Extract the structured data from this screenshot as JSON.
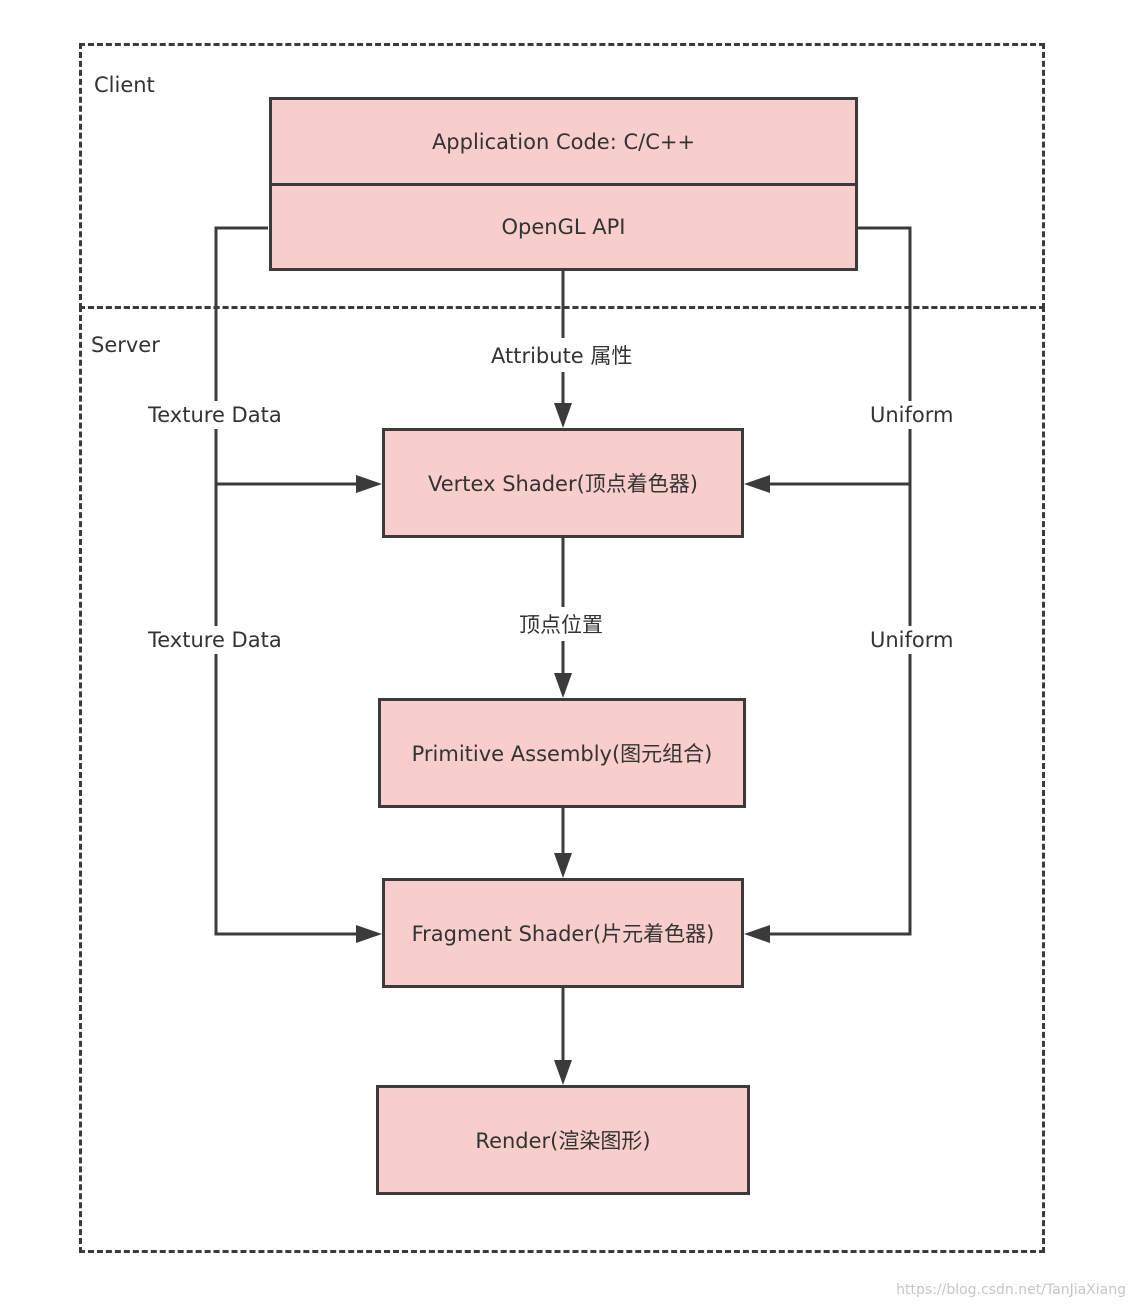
{
  "regions": {
    "client": "Client",
    "server": "Server"
  },
  "nodes": {
    "application_code": "Application Code: C/C++",
    "opengl_api": "OpenGL API",
    "vertex_shader": "Vertex Shader(顶点着色器)",
    "primitive_assembly": "Primitive Assembly(图元组合)",
    "fragment_shader": "Fragment Shader(片元着色器)",
    "render": "Render(渲染图形)"
  },
  "edges": {
    "attribute": "Attribute 属性",
    "vertex_position": "顶点位置",
    "texture_data_1": "Texture Data",
    "texture_data_2": "Texture Data",
    "uniform_1": "Uniform",
    "uniform_2": "Uniform"
  },
  "colors": {
    "box_fill": "#f8cecc",
    "line": "#3b3b3b"
  },
  "watermark": "https://blog.csdn.net/TanJiaXiang"
}
